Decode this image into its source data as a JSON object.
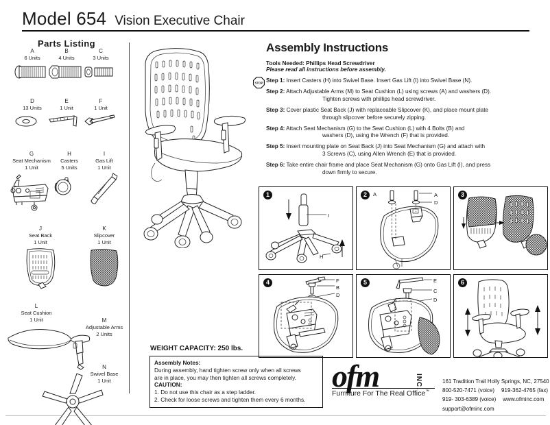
{
  "header": {
    "model_number": "Model 654",
    "model_name": "Vision Executive Chair"
  },
  "parts_listing": {
    "title": "Parts Listing",
    "items": [
      {
        "letter": "A",
        "name": "",
        "units": "6 Units",
        "icon": "pan-head-screw-icon"
      },
      {
        "letter": "B",
        "name": "",
        "units": "4 Units",
        "icon": "flange-bolt-icon"
      },
      {
        "letter": "C",
        "name": "",
        "units": "3 Units",
        "icon": "socket-screw-icon"
      },
      {
        "letter": "D",
        "name": "",
        "units": "13 Units",
        "icon": "washer-icon"
      },
      {
        "letter": "E",
        "name": "",
        "units": "1 Unit",
        "icon": "allen-wrench-icon"
      },
      {
        "letter": "F",
        "name": "",
        "units": "1 Unit",
        "icon": "wrench-icon"
      },
      {
        "letter": "G",
        "name": "Seat Mechanism",
        "units": "1 Unit",
        "icon": "seat-mechanism-icon"
      },
      {
        "letter": "H",
        "name": "Casters",
        "units": "5 Units",
        "icon": "caster-icon"
      },
      {
        "letter": "I",
        "name": "Gas Lift",
        "units": "1 Unit",
        "icon": "gas-lift-icon"
      },
      {
        "letter": "J",
        "name": "Seat Back",
        "units": "1 Unit",
        "icon": "seat-back-icon"
      },
      {
        "letter": "K",
        "name": "Slipcover",
        "units": "1 Unit",
        "icon": "slipcover-icon"
      },
      {
        "letter": "L",
        "name": "Seat Cushion",
        "units": "1 Unit",
        "icon": "seat-cushion-icon"
      },
      {
        "letter": "M",
        "name": "Adjustable Arms",
        "units": "2 Units",
        "icon": "adjustable-arm-icon"
      },
      {
        "letter": "N",
        "name": "Swivel Base",
        "units": "1 Unit",
        "icon": "swivel-base-icon"
      }
    ]
  },
  "instructions": {
    "title": "Assembly Instructions",
    "tools_needed": "Tools Needed: Phillips Head Screwdriver",
    "read_first": "Please read all instructions before assembly.",
    "stop_icon_label": "STOP",
    "steps": [
      {
        "label": "Step 1:",
        "line1": "Insert Casters (H) into Swivel Base. Insert Gas Lift (I) into Swivel Base (N).",
        "line2": ""
      },
      {
        "label": "Step 2:",
        "line1": "Attach Adjustable Arms (M) to Seat Cushion (L) using screws (A) and washers (D).",
        "line2": "Tighten screws with phillips head screwdriver."
      },
      {
        "label": "Step 3:",
        "line1": "Cover plastic Seat Back (J) with replaceable Slipcover (K), and place mount plate",
        "line2": "through slipcover before securely zipping."
      },
      {
        "label": "Step 4:",
        "line1": "Attach Seat Mechanism (G) to the Seat Cushion (L) with 4 Bolts (B) and",
        "line2": "washers (D), using the Wrench (F) that is provided."
      },
      {
        "label": "Step 5:",
        "line1": "Insert mounting plate on Seat Back (J) into Seat Mechanism (G) and attach with",
        "line2": "3 Screws (C), using Allen Wrench (E) that is provided."
      },
      {
        "label": "Step 6:",
        "line1": "Take entire chair frame and place Seat Mechanism (G) onto Gas Lift (I), and press",
        "line2": "down firmly to secure."
      }
    ]
  },
  "diagrams": [
    {
      "number": "1",
      "labels": [
        "I",
        "H"
      ]
    },
    {
      "number": "2",
      "labels": [
        "A",
        "A",
        "D"
      ]
    },
    {
      "number": "3",
      "labels": []
    },
    {
      "number": "4",
      "labels": [
        "F",
        "B",
        "D"
      ]
    },
    {
      "number": "5",
      "labels": [
        "E",
        "C",
        "D"
      ]
    },
    {
      "number": "6",
      "labels": []
    }
  ],
  "weight_capacity": "WEIGHT CAPACITY: 250 lbs.",
  "notes": {
    "heading": "Assembly Notes:",
    "body_line1": "During assembly, hand tighten screw only when all screws",
    "body_line2": "are in place, you may then tighten all screws completely.",
    "caution_heading": "CAUTION:",
    "caution_1": "1. Do not use this chair as a step ladder.",
    "caution_2": "2. Check for loose screws and tighten them every 6 months."
  },
  "brand": {
    "wordmark": "ofm",
    "inc": "INC.",
    "tagline": "Furniture For The Real Office",
    "tagline_mark": "™"
  },
  "contact": {
    "address": "161 Tradition Trail  Holly Springs, NC, 27540",
    "phone_voice_1": "800-520-7471 (voice)",
    "fax": "919-362-4765 (fax)",
    "phone_voice_2": "919- 303-6389 (voice)",
    "website": "www.ofminc.com",
    "email": "support@ofminc.com"
  }
}
